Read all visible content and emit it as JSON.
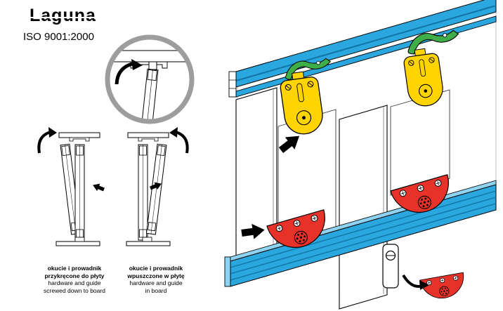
{
  "brand": {
    "logo_text": "Laguna",
    "iso_text": "ISO 9001:2000"
  },
  "captions": {
    "surface_mounted": {
      "pl_line1": "okucie i prowadnik",
      "pl_line2": "przykręcone do płyty",
      "en_line1": "hardware and guide",
      "en_line2": "screwed down to board"
    },
    "recessed": {
      "pl_line1": "okucie i prowadnik",
      "pl_line2": "wpuszczone w płytę",
      "en_line1": "hardware and guide",
      "en_line2": "in board"
    }
  },
  "colors": {
    "track_blue": "#2AA7DE",
    "track_blue_light": "#8ED4F2",
    "track_blue_dark": "#1173A6",
    "roller_yellow": "#FFD400",
    "clip_green": "#3FAE49",
    "guide_red": "#E63228",
    "inset_ring": "#9D9D9C",
    "outline_black": "#000000"
  }
}
